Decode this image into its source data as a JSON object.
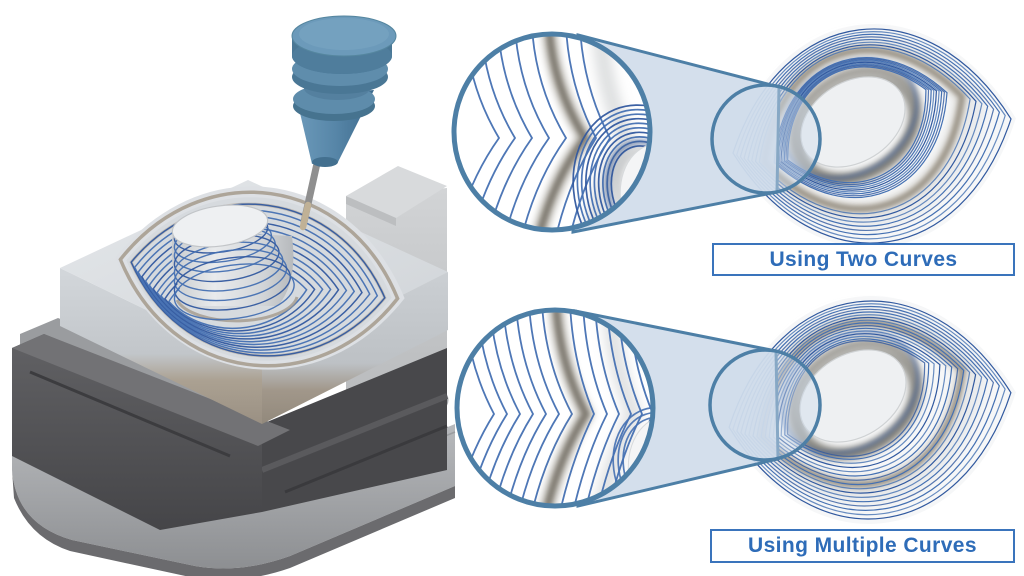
{
  "title": "CAM morphed spiral toolpath comparison illustration",
  "details": [
    {
      "id": "two-curves",
      "label": "Using Two Curves",
      "toolpath_spacing": "uneven"
    },
    {
      "id": "multiple-curves",
      "label": "Using Multiple Curves",
      "toolpath_spacing": "even"
    }
  ],
  "colors": {
    "background": "#ffffff",
    "label_text": "#2e6cb8",
    "label_border": "#3a74bc",
    "toolpath_blue": "#4470b2",
    "toolpath_blue_dark": "#31599f",
    "callout_teal": "#4d7fa6",
    "cone_fill": "#cfdcea",
    "ring_tan": "#948d80",
    "ring_tan_soft": "#b9b4a9",
    "shadow_grey": "#6e6a60",
    "shadow_dark": "#57544c",
    "machine_dark": "#4e4e51",
    "machine_mid": "#77777a",
    "machine_light": "#c3c5c8",
    "stock_tan": "#a49a8c",
    "part_light": "#dde0e4",
    "pocket_grey": "#d6dade",
    "boss_white": "#eef0f2",
    "tool_blue": "#5d8cab",
    "tool_blue_dark": "#3e6e92",
    "tool_blue_light": "#76a3c2",
    "shank_grey": "#8f8f8f",
    "tip_tan": "#c0b196"
  }
}
